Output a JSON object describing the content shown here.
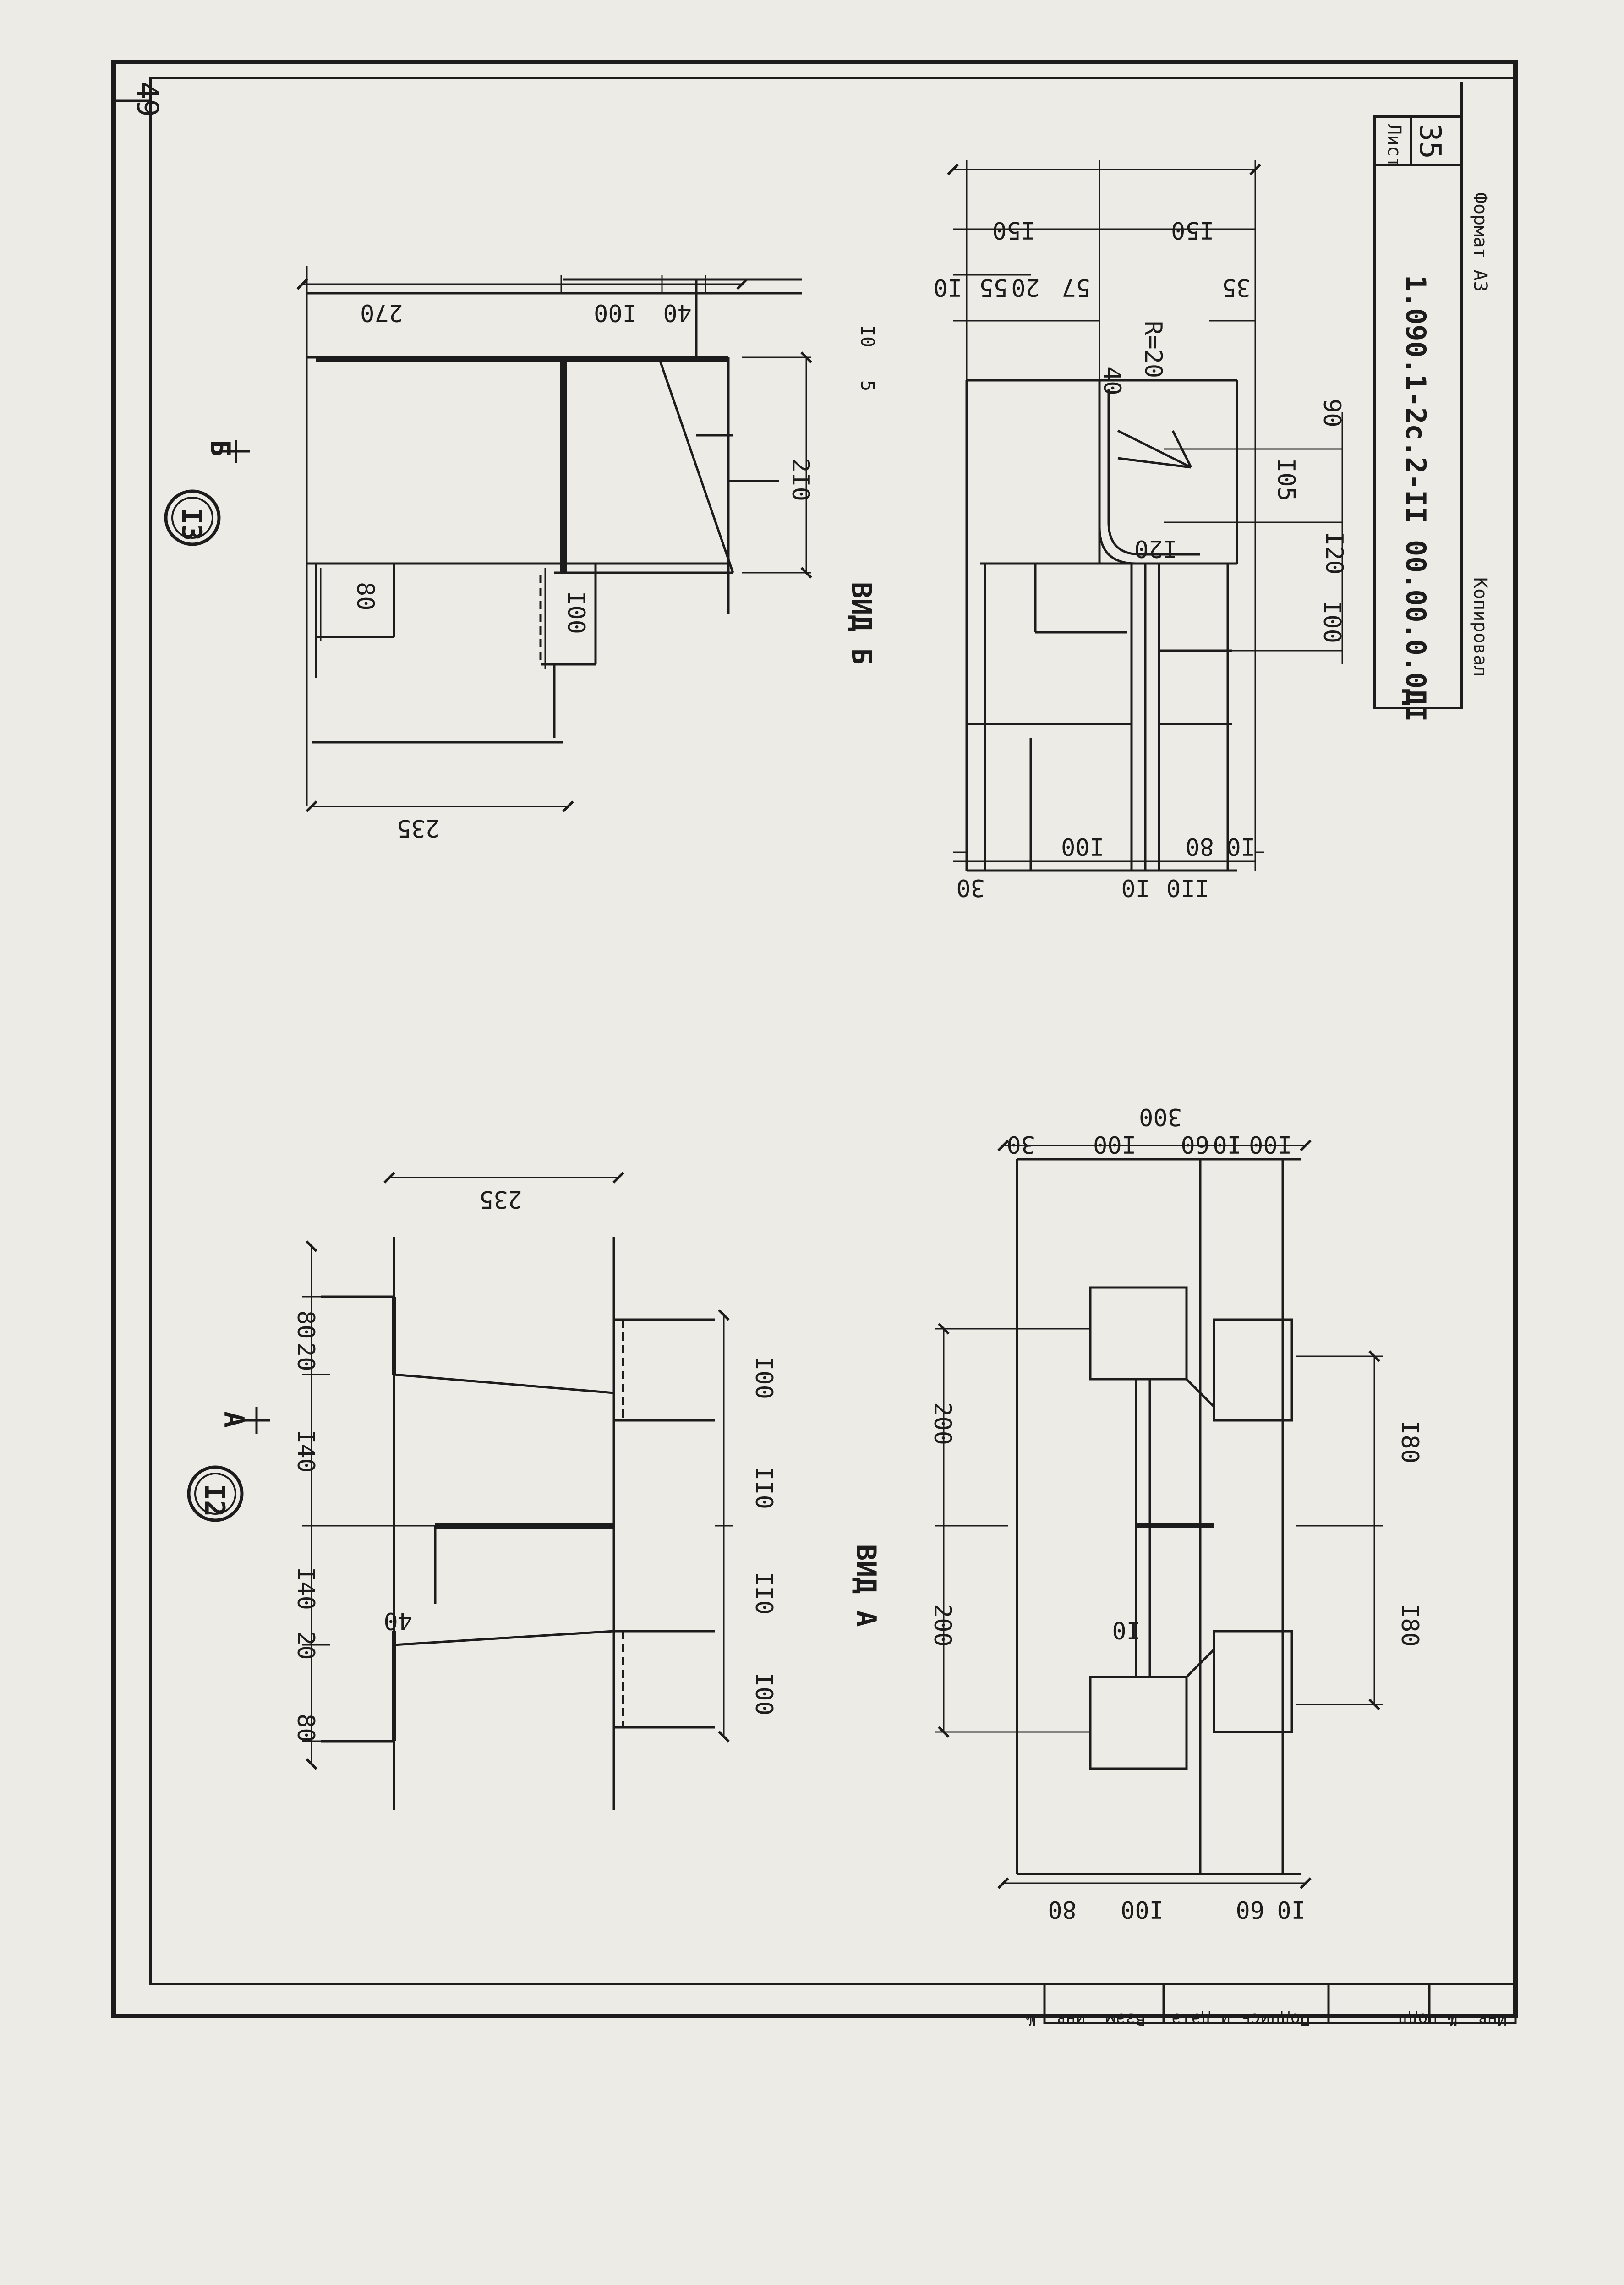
{
  "page": {
    "top_number": "49",
    "sheet_label": "Лист",
    "sheet_number": "35",
    "document_code": "1.090.1-2с.2-II 00.00.0.0ДI",
    "copied_label": "Копировал",
    "format_label": "Формат А3"
  },
  "stamp": {
    "inv_orig": "Инв. № подл.",
    "sign_date": "Подпись и дата",
    "inv_replace": "Взам. инв. №"
  },
  "node12": {
    "number": "I2",
    "arrow_letter": "А",
    "view_label": "ВИД А",
    "dims_top": [
      "80",
      "20",
      "I40",
      "I40",
      "20",
      "80"
    ],
    "dim_40": "40",
    "dim_235": "235",
    "dims_bottom": [
      "I00",
      "II0",
      "II0",
      "I00"
    ],
    "view_dims_left": [
      "200",
      "200"
    ],
    "view_dim_10": "I0",
    "view_dims_right": [
      "I80",
      "I80"
    ],
    "view_dims_top": [
      "30",
      "I00",
      "60",
      "I0",
      "I00"
    ],
    "view_dim_300": "300",
    "view_dims_bottom": [
      "80",
      "I00",
      "60",
      "I0"
    ]
  },
  "node13": {
    "number": "I3",
    "arrow_letter": "Б",
    "view_label": "ВИД Б",
    "dims_top": [
      "270",
      "I00",
      "40"
    ],
    "dim_210": "2I0",
    "dims_left": [
      "80",
      "I00"
    ],
    "dim_235": "235",
    "view_dims_top": [
      "I0",
      "55",
      "20",
      "57",
      "I50",
      "I50",
      "35"
    ],
    "view_dims_small": [
      "5",
      "I0"
    ],
    "view_dim_r": "R=20",
    "view_dim_40": "40",
    "view_dims_right": [
      "I05",
      "90",
      "I20",
      "I20",
      "I00"
    ],
    "view_dims_bottom": [
      "30",
      "I0",
      "II0",
      "I00",
      "80",
      "I0"
    ]
  }
}
